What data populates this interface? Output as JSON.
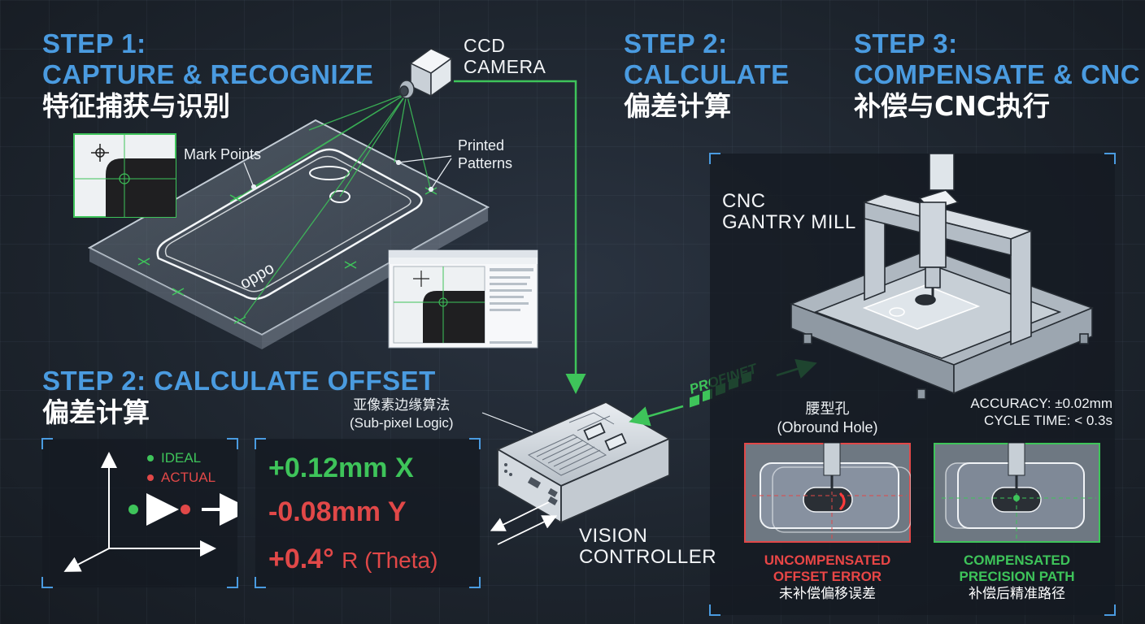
{
  "step1": {
    "title": "STEP 1:",
    "subtitle": "CAPTURE & RECOGNIZE",
    "cn": "特征捕获与识别"
  },
  "step2_top": {
    "title": "STEP 2:",
    "subtitle": "CALCULATE",
    "cn": "偏差计算"
  },
  "step3": {
    "title": "STEP 3:",
    "subtitle": "COMPENSATE & CNC",
    "cn": "补偿与CNC执行"
  },
  "camera": {
    "line1": "CCD",
    "line2": "CAMERA"
  },
  "plate_labels": {
    "mark_points": "Mark Points",
    "printed_line1": "Printed",
    "printed_line2": "Patterns",
    "phone_logo": "oppo"
  },
  "step2_bottom": {
    "title": "STEP 2: CALCULATE OFFSET",
    "cn": "偏差计算"
  },
  "subpixel": {
    "cn": "亚像素边缘算法",
    "en": "(Sub-pixel Logic)"
  },
  "legend": {
    "ideal": "IDEAL",
    "actual": "ACTUAL"
  },
  "offsets": [
    {
      "value": "+0.12mm",
      "axis": "X",
      "color": "#3ec45a"
    },
    {
      "value": "-0.08mm",
      "axis": "Y",
      "color": "#e14848"
    },
    {
      "value": "+0.4°",
      "axis": "R (Theta)",
      "color": "#e14848"
    }
  ],
  "controller": {
    "line1": "VISION",
    "line2": "CONTROLLER"
  },
  "profinet": "PROFINET",
  "cnc": {
    "line1": "CNC",
    "line2": "GANTRY MILL"
  },
  "hole": {
    "cn": "腰型孔",
    "en": "(Obround Hole)"
  },
  "stats": {
    "accuracy": "ACCURACY: ±0.02mm",
    "cycle": "CYCLE TIME: < 0.3s"
  },
  "uncompensated": {
    "line1": "UNCOMPENSATED",
    "line2": "OFFSET ERROR",
    "cn": "未补偿偏移误差"
  },
  "compensated": {
    "line1": "COMPENSATED",
    "line2": "PRECISION PATH",
    "cn": "补偿后精准路径"
  },
  "colors": {
    "accent_blue": "#4a9be0",
    "laser_green": "#3ec45a",
    "error_red": "#e14848"
  }
}
